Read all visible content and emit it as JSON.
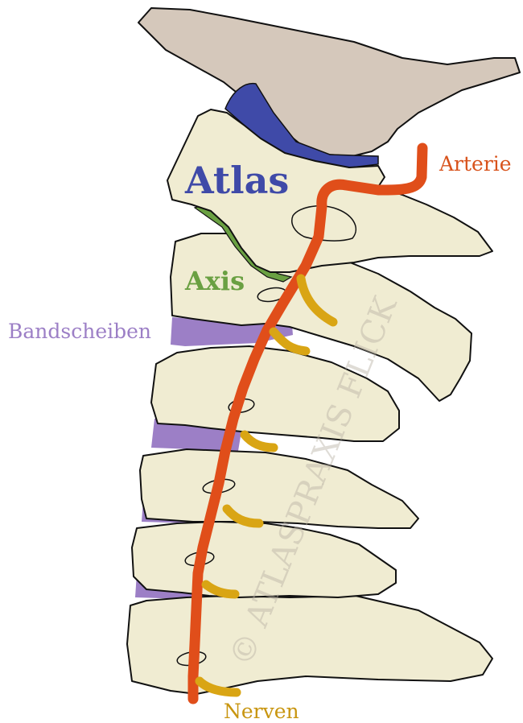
{
  "labels": {
    "atlas": "Atlas",
    "arterie": "Arterie",
    "axis": "Axis",
    "bandscheiben": "Bandscheiben",
    "nerven": "Nerven"
  },
  "watermark": "© ATLASPRAXIS FLICK",
  "colors": {
    "skull": "#d5c8bb",
    "bone": "#f0ecd2",
    "outline": "#111111",
    "atlas_ligament": "#3f4aa8",
    "axis_ligament": "#6aa042",
    "discs": "#9c7fc6",
    "artery": "#e04e1a",
    "nerves": "#d9a514",
    "label_atlas": "#3f4aa8",
    "label_axis": "#6aa042",
    "label_bandscheiben": "#9c7fc6",
    "label_arterie": "#d8531c",
    "label_nerven": "#c8950f"
  }
}
